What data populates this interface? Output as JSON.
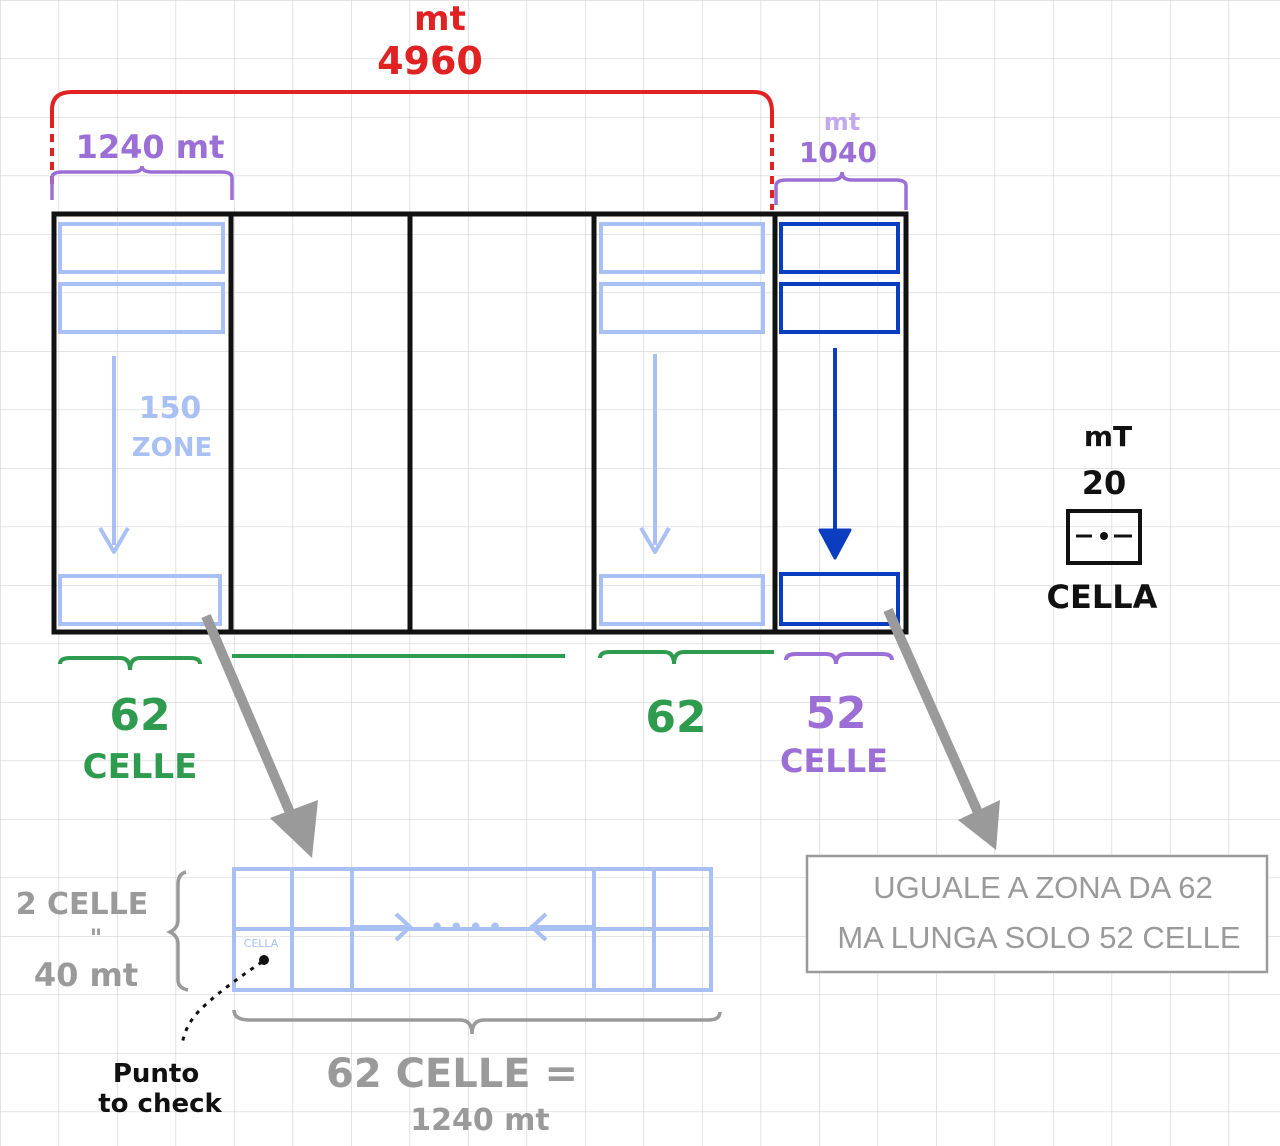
{
  "colors": {
    "grid": "#cfcfcf",
    "red": "#e02222",
    "purple": "#9b6fd6",
    "green": "#2e9b4f",
    "light_blue": "#a8c0f4",
    "dark_blue": "#0a3dbf",
    "gray": "#9a9a9a",
    "black": "#111111"
  },
  "total": {
    "unit": "mt",
    "value": "4960"
  },
  "first_zone": {
    "label": "1240 mt"
  },
  "last_zone": {
    "unit": "mt",
    "value": "1040"
  },
  "zones_label": {
    "count": "150",
    "word": "ZONE"
  },
  "cell_legend": {
    "unit": "mT",
    "value": "20",
    "word": "CELLA"
  },
  "bottom_labels": {
    "left_count": "62",
    "left_word": "CELLE",
    "mid_count": "62",
    "right_count": "52",
    "right_word": "CELLE"
  },
  "detail": {
    "side_top": "2 CELLE",
    "side_eq": "\"",
    "side_bottom": "40 mt",
    "cell_tag": "CELLA",
    "dots": "••••",
    "bottom_count": "62 CELLE =",
    "bottom_length": "1240 mt",
    "punto_1": "Punto",
    "punto_2": "to check"
  },
  "note": {
    "line1": "UGUALE A ZONA DA 62",
    "line2": "MA LUNGA SOLO 52 CELLE"
  }
}
